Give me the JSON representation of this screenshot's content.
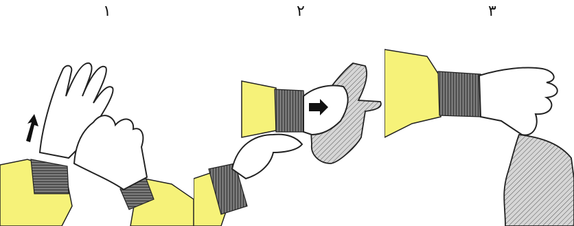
{
  "steps": [
    {
      "number": "١",
      "description_icon": "pull-glove-over-cuff"
    },
    {
      "number": "٢",
      "description_icon": "peel-glove-inside-out"
    },
    {
      "number": "٣",
      "description_icon": "remove-glove-hanging"
    }
  ],
  "colors": {
    "sleeve": "#f6f279",
    "cuff": "#555555",
    "glove_outline": "#222222",
    "glove_hatched": "#bdbdbd",
    "arrow": "#111111"
  }
}
